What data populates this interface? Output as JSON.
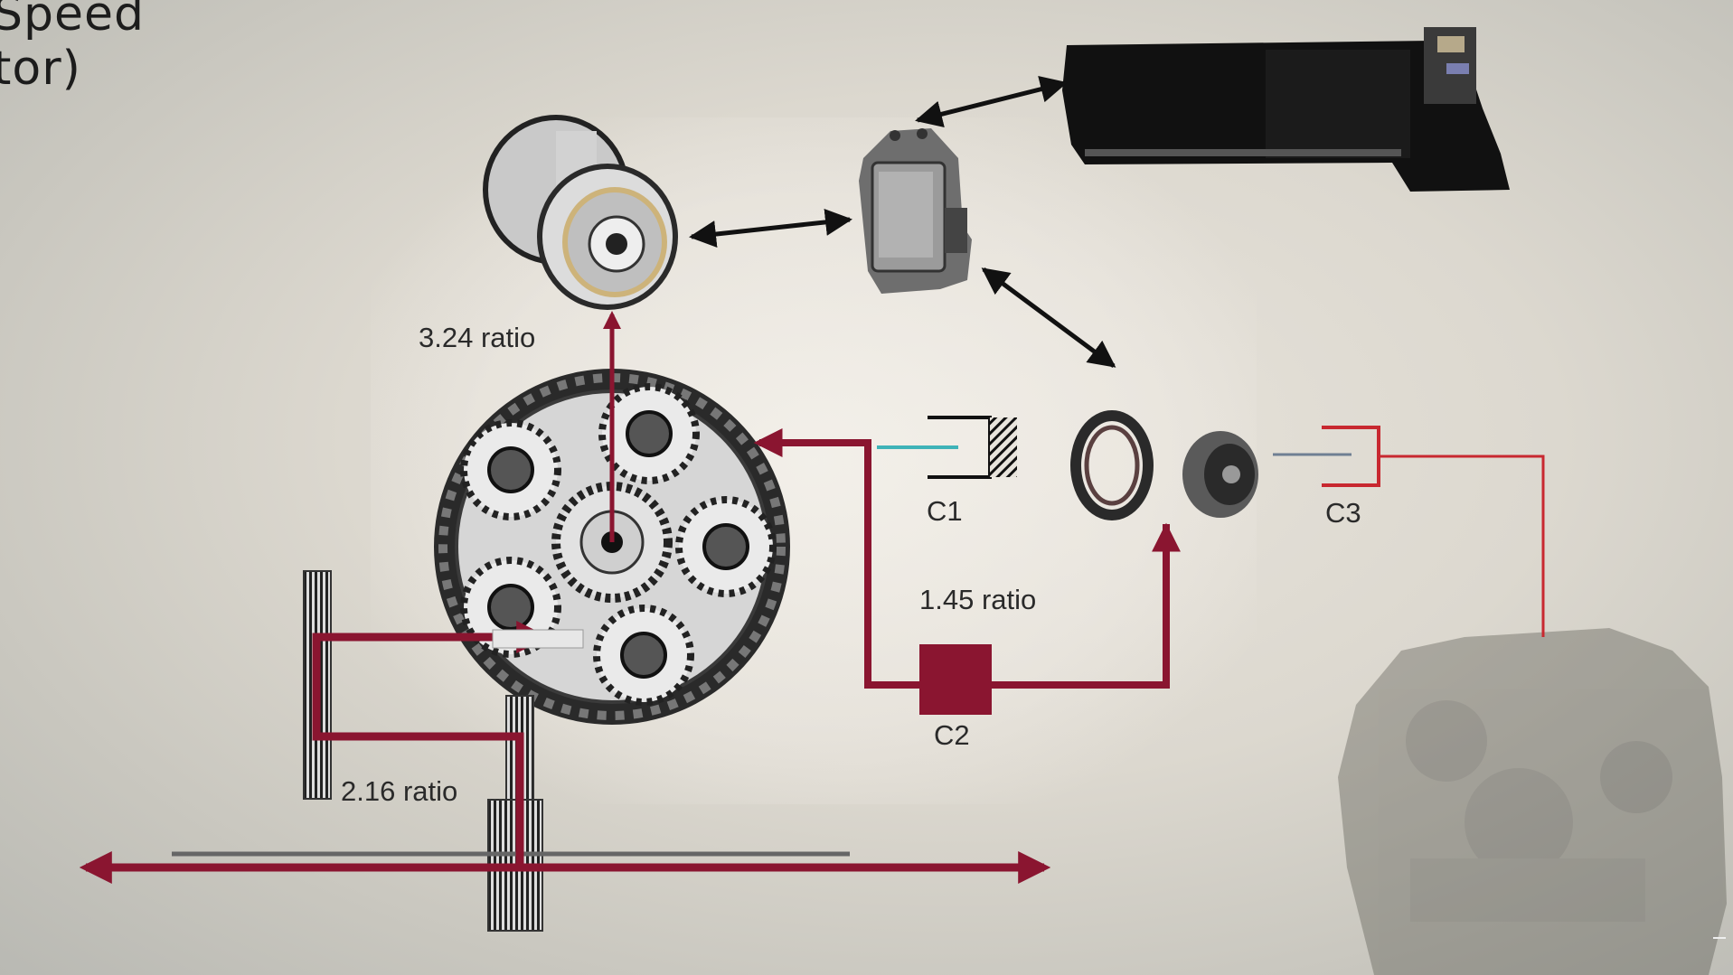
{
  "title": {
    "line1": "Speed",
    "line2": "tor)"
  },
  "labels": {
    "ratio_motor": "3.24 ratio",
    "ratio_c2": "1.45 ratio",
    "ratio_output": "2.16 ratio",
    "c1": "C1",
    "c2": "C2",
    "c3": "C3"
  },
  "colors": {
    "power_flow": "#8a1530",
    "c3_link": "#c82830",
    "c1_link": "#3fb3b8",
    "c3_shaft": "#6f7f93",
    "arrows": "#111111"
  },
  "components": {
    "battery": "battery-pack",
    "inverter": "power-inverter",
    "motor": "electric-motor",
    "generator": "motor-generator",
    "planetary": "planetary-gearset",
    "engine": "engine"
  }
}
